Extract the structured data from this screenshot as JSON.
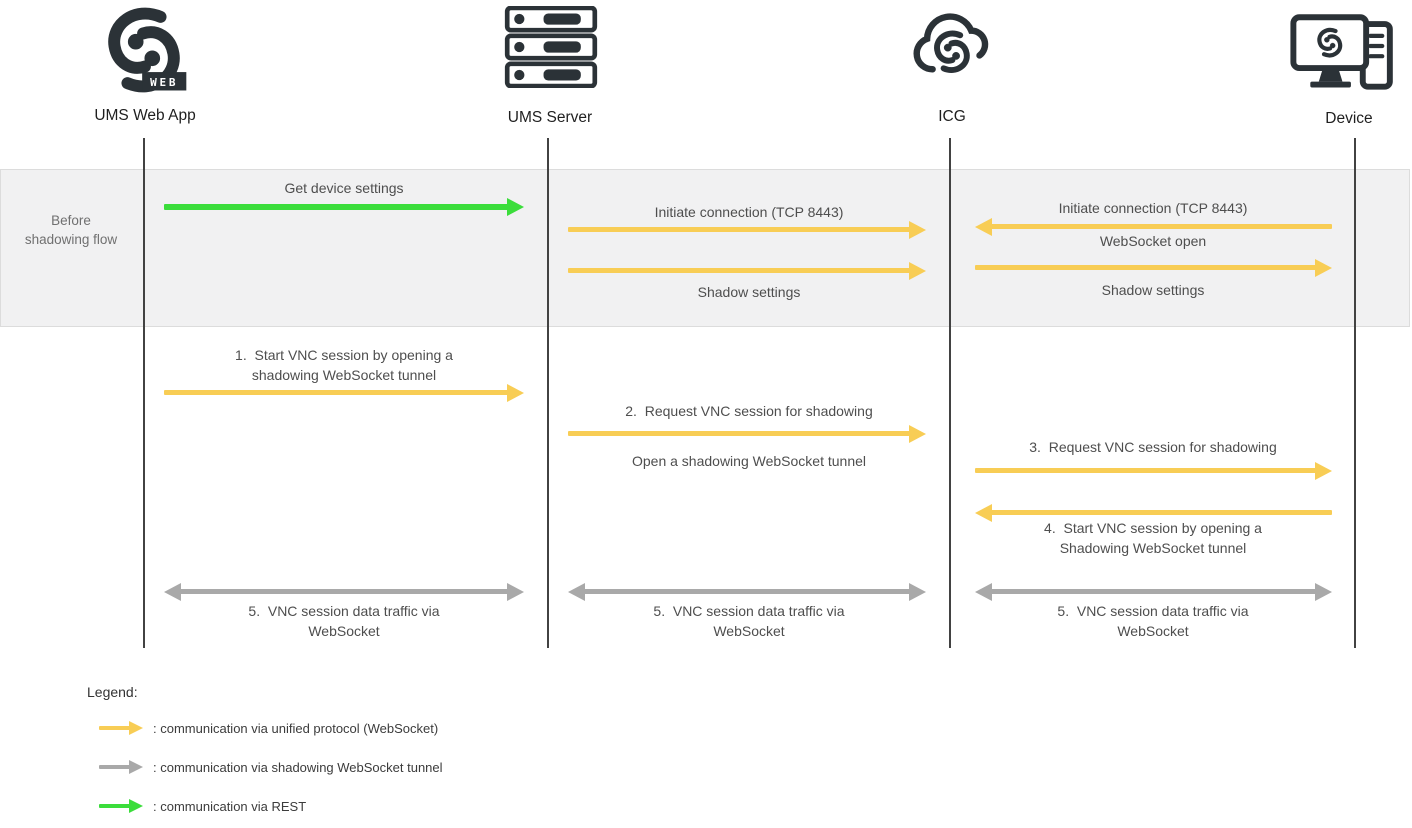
{
  "colors": {
    "unified_protocol": "#F8CD55",
    "shadowing_tunnel": "#A9A9A9",
    "rest": "#3BDD3B",
    "icon_dark": "#2B3237",
    "band_background": "#F1F1F2"
  },
  "actors": [
    {
      "label": "UMS Web App",
      "badge": "WEB",
      "icon": "igel-web-app-logo-icon"
    },
    {
      "label": "UMS Server",
      "icon": "server-stack-icon"
    },
    {
      "label": "ICG",
      "icon": "cloud-gateway-icon"
    },
    {
      "label": "Device",
      "icon": "device-workstation-icon"
    }
  ],
  "band": {
    "label": "Before shadowing flow"
  },
  "messages": {
    "get_device_settings": "Get device settings",
    "initiate_ums_icg": "Initiate connection (TCP 8443)",
    "shadow_settings_ums_icg": "Shadow settings",
    "initiate_device_icg": "Initiate connection (TCP 8443)",
    "websocket_open": "WebSocket open",
    "shadow_settings_icg_device": "Shadow settings",
    "step1": "1.  Start VNC session by opening a shadowing WebSocket tunnel",
    "step2": "2.  Request VNC session for shadowing",
    "open_tunnel": "Open a shadowing WebSocket tunnel",
    "step3": "3.  Request VNC session for shadowing",
    "step4": "4.  Start VNC session by opening a Shadowing WebSocket tunnel",
    "step5_webapp": "5.  VNC session data traffic via WebSocket",
    "step5_ums": "5.  VNC session data traffic via WebSocket",
    "step5_icg": "5.  VNC session data traffic via WebSocket"
  },
  "legend": {
    "title": "Legend:",
    "items": [
      {
        "label": ": communication via unified protocol (WebSocket)",
        "arrow_color": "#F8CD55"
      },
      {
        "label": ": communication via shadowing WebSocket tunnel",
        "arrow_color": "#A9A9A9"
      },
      {
        "label": ": communication via REST",
        "arrow_color": "#3BDD3B"
      }
    ]
  }
}
